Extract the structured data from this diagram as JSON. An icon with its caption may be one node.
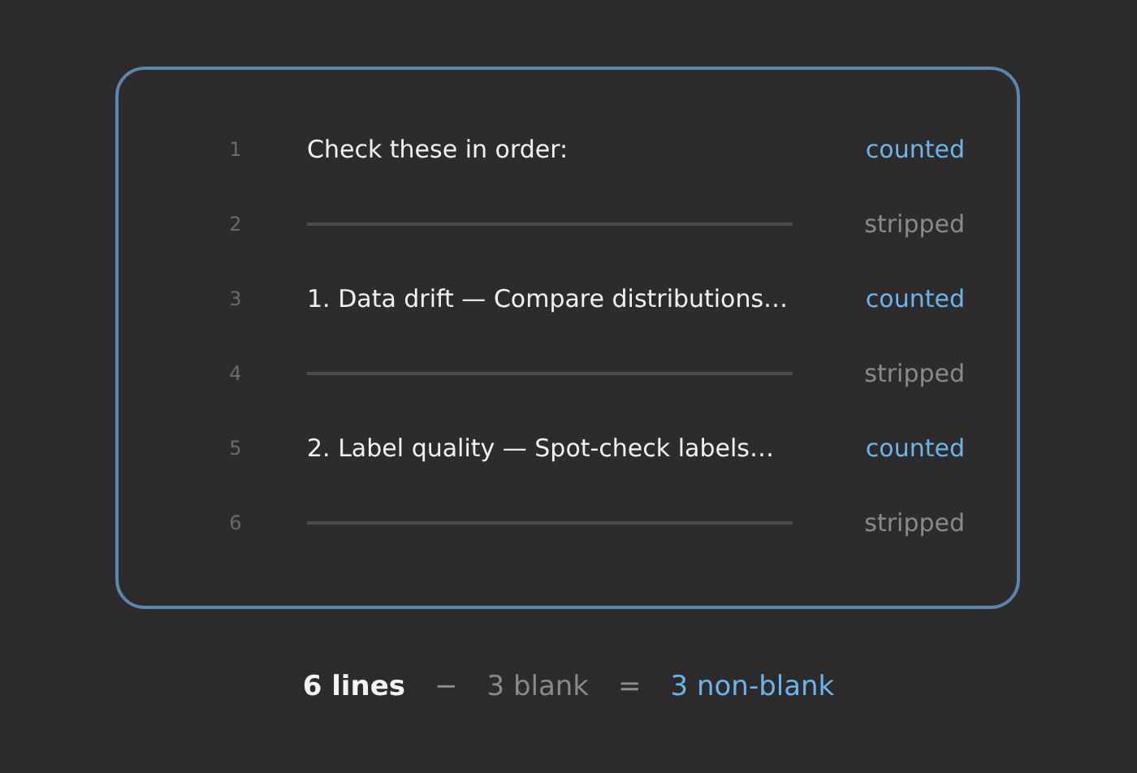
{
  "diagram": {
    "nodes": [
      {
        "text": [
          "1",
          "Check these in order:",
          "counted",
          "2",
          "stripped",
          "3",
          "1. Data drift — Compare distributions…",
          "counted",
          "4",
          "stripped",
          "5",
          "2. Label quality — Spot-check labels…",
          "counted",
          "6",
          "stripped"
        ]
      }
    ],
    "labels": [
      "6 lines",
      "−",
      "3 blank",
      "=",
      "3 non-blank"
    ]
  }
}
